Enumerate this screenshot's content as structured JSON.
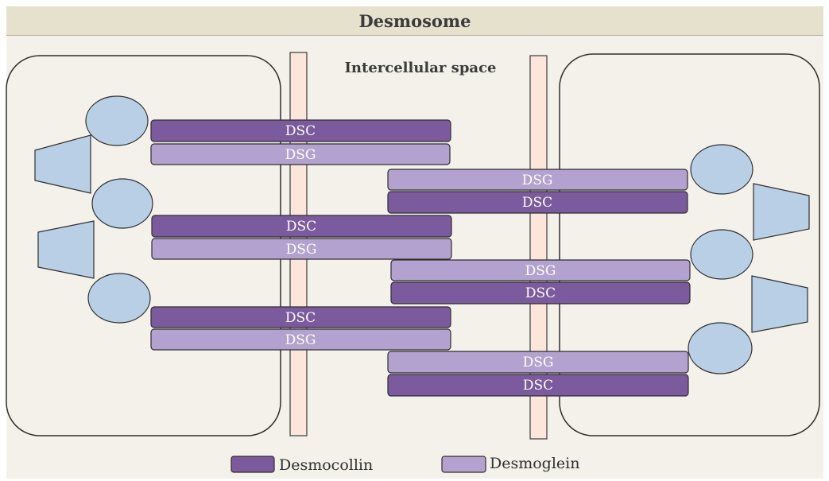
{
  "title": "Desmosome",
  "space_label": "Intercellular space",
  "colors": {
    "desmocollin": "#7b5a9e",
    "desmoglein": "#b3a1cf",
    "plaque": "#b8cfe6",
    "membrane": "#fbe6dc",
    "background": "#f3f1e9",
    "title_bar": "#e6e1cd"
  },
  "bars": [
    {
      "label": "DSC",
      "kind": "desmocollin"
    },
    {
      "label": "DSG",
      "kind": "desmoglein"
    },
    {
      "label": "DSG",
      "kind": "desmoglein"
    },
    {
      "label": "DSC",
      "kind": "desmocollin"
    },
    {
      "label": "DSC",
      "kind": "desmocollin"
    },
    {
      "label": "DSG",
      "kind": "desmoglein"
    },
    {
      "label": "DSG",
      "kind": "desmoglein"
    },
    {
      "label": "DSC",
      "kind": "desmocollin"
    },
    {
      "label": "DSC",
      "kind": "desmocollin"
    },
    {
      "label": "DSG",
      "kind": "desmoglein"
    },
    {
      "label": "DSG",
      "kind": "desmoglein"
    },
    {
      "label": "DSC",
      "kind": "desmocollin"
    }
  ],
  "legend": {
    "desmocollin": "Desmocollin",
    "desmoglein": "Desmoglein"
  }
}
